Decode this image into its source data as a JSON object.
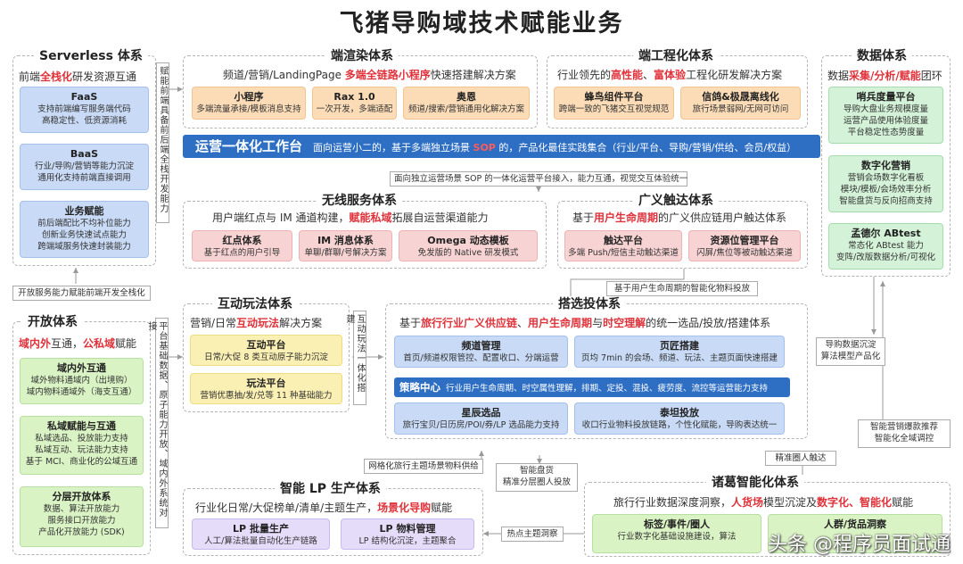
{
  "page_title": "飞猪导购域技术赋能业务",
  "serverless": {
    "title": "Serverless 体系",
    "sub_a": "前端",
    "sub_red": "全栈化",
    "sub_b": "研发资源互通",
    "faas_title": "FaaS",
    "faas_l1": "支持前端编写服务端代码",
    "faas_l2": "高稳定性、低资源消耗",
    "baas_title": "BaaS",
    "baas_l1": "行业/导购/营销等能力沉淀",
    "baas_l2": "通用化支持前端直接调用",
    "biz_title": "业务赋能",
    "biz_l1": "前后端配比不均补位能力",
    "biz_l2": "创新业务快速试点能力",
    "biz_l3": "跨端域服务快速封装能力"
  },
  "render": {
    "title": "端渲染体系",
    "sub_a": "频道/营销/LandingPage ",
    "sub_red": "多端全链路小程序",
    "sub_b": "快速搭建解决方案",
    "mini_title": "小程序",
    "mini_desc": "多端流量承接/模板消息支持",
    "rax_title": "Rax 1.0",
    "rax_desc": "一次开发，多端适配",
    "aoen_title": "奥恩",
    "aoen_desc": "频道/搜索/营销通用化解决方案"
  },
  "engineering": {
    "title": "端工程化体系",
    "sub_a": "行业领先的",
    "sub_red1": "高性能",
    "sub_mid": "、",
    "sub_red2": "富体验",
    "sub_b": "工程化研发解决方案",
    "bird_title": "蜂鸟组件平台",
    "bird_desc": "跨端一致的飞猪交互视觉规范",
    "xinge_title": "信鸽&极晟离线化",
    "xinge_desc": "旅行场景弱网/无网可访问"
  },
  "data": {
    "title": "数据体系",
    "sub_a": "数据",
    "sub_red": "采集/分析/赋能",
    "sub_b": "团环",
    "shao_title": "哨兵度量平台",
    "shao_l1": "导购大盘业务规模度量",
    "shao_l2": "运营产品使用体验度量",
    "shao_l3": "平台稳定性态势度量",
    "digi_title": "数字化营销",
    "digi_l1": "营销会场数字化看板",
    "digi_l2": "模块/模板/会场效率分析",
    "digi_l3": "智能盘货与反向招商支持",
    "abt_title": "孟德尔 ABtest",
    "abt_l1": "常态化 ABtest 能力",
    "abt_l2": "变阵/改版数据分析/可视化"
  },
  "ops_banner": {
    "title": "运营一体化工作台",
    "desc_a": "面向运营小二的，基于多端独立场景 ",
    "desc_sop": "SOP",
    "desc_b": " 的，产品化最佳实践集合",
    "desc_tail": "（行业/平台、导购/营销/供给、会员/权益）"
  },
  "labels": {
    "left_vertical": "赋能前端具备前后端全栈开发能力",
    "ops_access": "面向独立运营场景 SOP 的一体化运营平台接入，能力互通，视觉交互体验统一",
    "open_service": "开放服务能力赋能前端开发全栈化",
    "platform_vertical": "平台基础数据、原子能力开放、域内外系统对接",
    "interactive_vertical": "互动玩法一体化搭建",
    "smart_material": "基于用户生命周期的智能化物料投放",
    "shopping_data": "导购数据沉淀",
    "algo_model": "算法模型产品化",
    "smart_marketing": "智能营销爆款推荐",
    "smart_control": "智能化全域调控",
    "precise_reach": "精准圈人触达",
    "grid_supply": "网格化旅行主题场景物料供给",
    "smart_goods_1": "智能盘货",
    "smart_goods_2": "精准分层圈人投放",
    "hot_topic": "热点主题洞察"
  },
  "wireless": {
    "title": "无线服务体系",
    "sub_a": "用户端红点与 IM 通道构建，",
    "sub_red": "赋能私域",
    "sub_b": "拓展自运营渠道能力",
    "dot_title": "红点体系",
    "dot_desc": "基于红点的用户引导",
    "im_title": "IM 消息体系",
    "im_desc": "单聊/群聊/号解决方案",
    "omega_title": "Omega 动态模板",
    "omega_desc": "免发版的 Native 研发模式"
  },
  "reach": {
    "title": "广义触达体系",
    "sub_a": "基于",
    "sub_red": "用户生命周期",
    "sub_b": "的广义供应链用户触达体系",
    "touch_title": "触达平台",
    "touch_desc": "多端 Push/短信主动触达渠道",
    "res_title": "资源位管理平台",
    "res_desc": "闪屏/焦位等被动触达渠道"
  },
  "open": {
    "title": "开放体系",
    "sub_red1": "域内外",
    "sub_mid": "互通，",
    "sub_red2": "公私域",
    "sub_b": "赋能",
    "inout_title": "域内外互通",
    "inout_l1": "域外物料通域内（出境购）",
    "inout_l2": "域内物料通域外（海支互通）",
    "priv_title": "私域赋能与互通",
    "priv_l1": "私域选品、投放能力支持",
    "priv_l2": "私域互动、玩法能力支持",
    "priv_l3": "基于 MCI、商业化的公域互通",
    "layer_title": "分层开放体系",
    "layer_l1": "数据、算法开放能力",
    "layer_l2": "服务接口开放能力",
    "layer_l3": "产品化开放能力 (SDK)"
  },
  "interactive": {
    "title": "互动玩法体系",
    "sub_a": "营销/日常",
    "sub_red": "互动玩法",
    "sub_b": "解决方案",
    "plat_title": "互动平台",
    "plat_desc": "日常/大促 8 类互动原子能力沉淀",
    "play_title": "玩法平台",
    "play_desc": "营销优惠抽/发/兑等 11 种基础能力"
  },
  "selection": {
    "title": "搭选投体系",
    "sub_a": "基于",
    "sub_red1": "旅行行业广义供应链",
    "sub_mid1": "、",
    "sub_red2": "用户生命周期",
    "sub_mid2": "与",
    "sub_red3": "时空理解",
    "sub_b": "的统一选品/投放/搭建体系",
    "chan_title": "频道管理",
    "chan_desc": "首页/频道权限管控、配置收口、分端运营",
    "page_title": "页匠搭建",
    "page_desc": "页均 7min 的会场、频道、玩法、主题页面快速搭建",
    "strat_title": "策略中心",
    "strat_desc": "行业用户生命周期、时空属性理解，排期、定投、混投、疲劳度、流控等运营能力支持",
    "star_title": "星辰选品",
    "star_desc": "旅行宝贝/日历房/POI/券/LP 选品能力支持",
    "tai_title": "泰坦投放",
    "tai_desc": "收口行业物料投放链路，个性化赋能，导购表达统一"
  },
  "lp": {
    "title": "智能 LP 生产体系",
    "sub_a": "行业化日常/大促榜单/清单/主题生产，",
    "sub_red": "场景化导购",
    "sub_b": "赋能",
    "batch_title": "LP 批量生产",
    "batch_desc": "人工/算法批量自动化生产链路",
    "mat_title": "LP 物料管理",
    "mat_desc": "LP 结构化沉淀，主题聚合"
  },
  "zhuge": {
    "title": "诸葛智能化体系",
    "sub_a": "旅行行业数据深度洞察，",
    "sub_red1": "人货场",
    "sub_mid": "模型沉淀及",
    "sub_red2": "数字化、智能化",
    "sub_b": "赋能",
    "tag_title": "标签/事件/圈人",
    "tag_desc": "行业数字化基础设施建设，算法",
    "peek_title": "人群/货品洞察"
  },
  "watermark": "头条 @程序员面试通"
}
